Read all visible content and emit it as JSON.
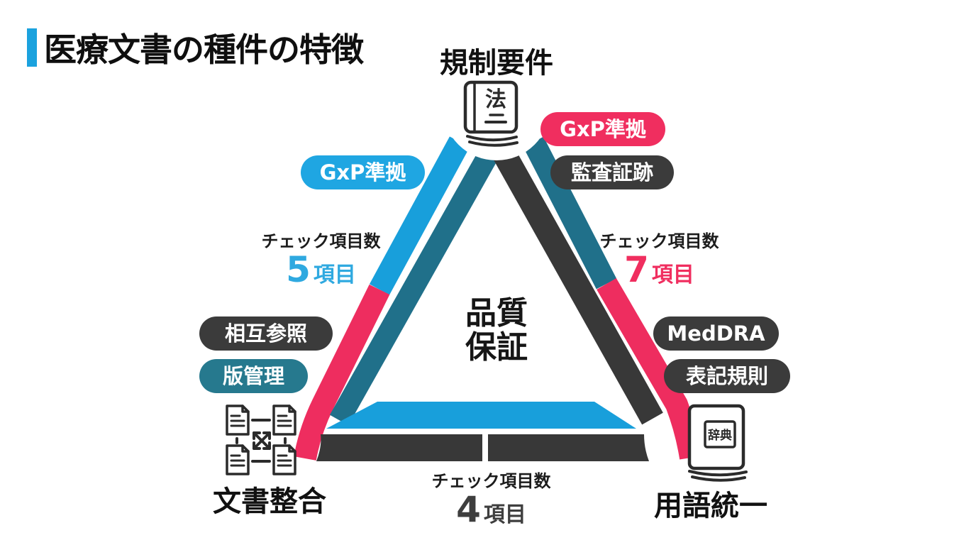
{
  "title": "医療文書の種件の特徴",
  "center": {
    "line1": "品質",
    "line2": "保証"
  },
  "vertices": {
    "top": {
      "label": "規制要件",
      "icon": "law-book-icon",
      "icon_text": "法"
    },
    "bottom_left": {
      "label": "文書整合",
      "icon": "documents-sync-icon"
    },
    "bottom_right": {
      "label": "用語統一",
      "icon": "dictionary-icon",
      "icon_text": "辞典"
    }
  },
  "checks": {
    "left": {
      "label": "チェック項目数",
      "count": "5",
      "unit": "項目"
    },
    "right": {
      "label": "チェック項目数",
      "count": "7",
      "unit": "項目"
    },
    "bottom": {
      "label": "チェック項目数",
      "count": "4",
      "unit": "項目"
    }
  },
  "pills": {
    "gxp_left": {
      "label": "GxP準拠",
      "color": "blue"
    },
    "gxp_right": {
      "label": "GxP準拠",
      "color": "pink"
    },
    "audit": {
      "label": "監査証跡",
      "color": "dark"
    },
    "cross_ref": {
      "label": "相互参照",
      "color": "dark"
    },
    "version": {
      "label": "版管理",
      "color": "teal"
    },
    "meddra": {
      "label": "MedDRA",
      "color": "dark"
    },
    "notation": {
      "label": "表記規則",
      "color": "dark"
    }
  },
  "colors": {
    "blue": "#1ba2de",
    "pink": "#f02e5f",
    "teal": "#20708a",
    "teal_pill": "#26798e",
    "dark": "#3b3b3b",
    "accent_bar": "#1ba2de"
  }
}
